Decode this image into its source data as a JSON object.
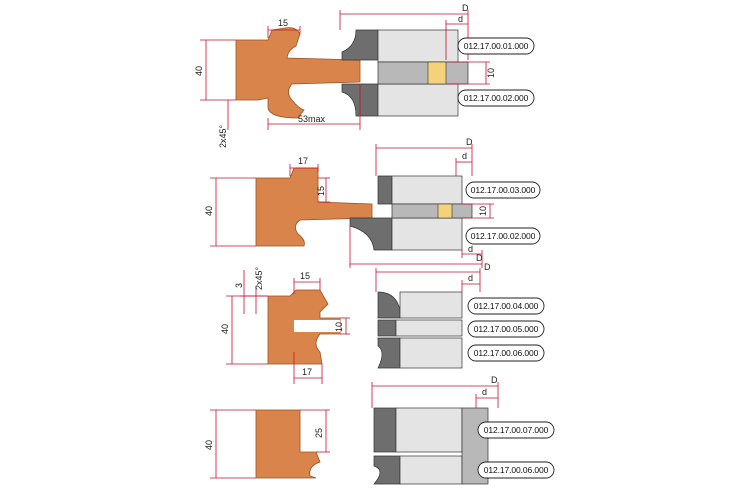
{
  "colors": {
    "wood": "#D9844A",
    "wood_edge": "#9A5224",
    "dim_red": "#C8102E",
    "cutter_dark": "#6E6E6E",
    "cutter_mid": "#B8B8B8",
    "cutter_light": "#E4E4E4",
    "outline": "#333333",
    "label_border": "#222222"
  },
  "group1": {
    "dim_top": "15",
    "dim_height": "40",
    "dim_chamfer": "2x45°",
    "dim_depth": "53max",
    "dim_D": "D",
    "dim_d": "d",
    "dim_gap": "10",
    "codes": [
      "012.17.00.01.000",
      "012.17.00.02.000"
    ]
  },
  "group2": {
    "dim_top": "17",
    "dim_step": "15",
    "dim_height": "40",
    "dim_D_top": "D",
    "dim_d": "d",
    "dim_gap": "10",
    "dim_D_bottom": "D",
    "dim_d_bottom": "d",
    "codes": [
      "012.17.00.03.000",
      "012.17.00.02.000"
    ]
  },
  "group3": {
    "dim_3": "3",
    "dim_chamfer": "2x45°",
    "dim_top": "15",
    "dim_height": "40",
    "dim_gap": "10",
    "dim_bottom": "17",
    "dim_D": "D",
    "dim_d": "d",
    "codes": [
      "012.17.00.04.000",
      "012.17.00.05.000",
      "012.17.00.06.000"
    ]
  },
  "group4": {
    "dim_height": "40",
    "dim_25": "25",
    "dim_D": "D",
    "dim_d": "d",
    "codes": [
      "012.17.00.07.000",
      "012.17.00.06.000"
    ]
  }
}
